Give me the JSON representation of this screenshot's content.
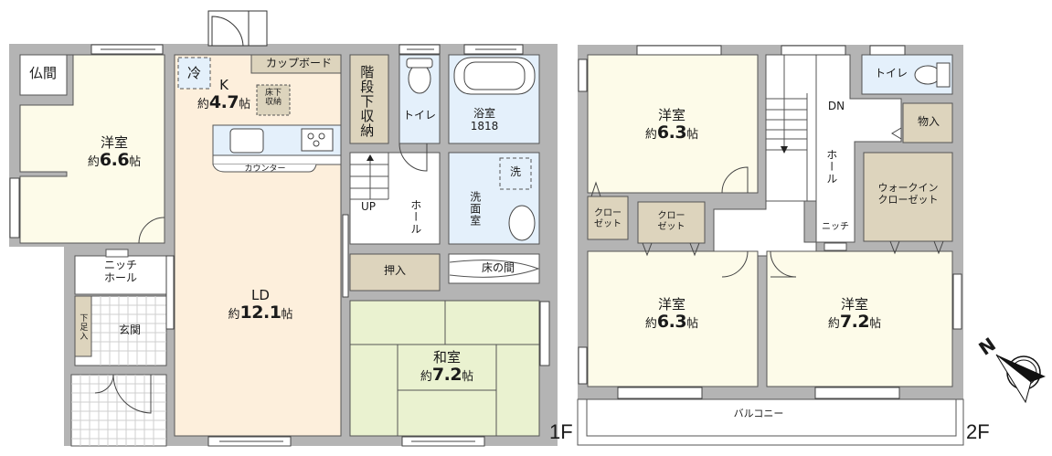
{
  "floors": [
    {
      "label": "1F",
      "rooms": [
        {
          "id": "butsuma",
          "name": "仏間"
        },
        {
          "id": "western-1f",
          "name": "洋室",
          "area_prefix": "約",
          "area_value": "6.6",
          "area_unit": "帖"
        },
        {
          "id": "kitchen",
          "name": "K",
          "area_prefix": "約",
          "area_value": "4.7",
          "area_unit": "帖"
        },
        {
          "id": "fridge",
          "name": "冷"
        },
        {
          "id": "cupboard",
          "name": "カップボード"
        },
        {
          "id": "underfloor-storage",
          "name": "床下\n収納"
        },
        {
          "id": "counter",
          "name": "カウンター"
        },
        {
          "id": "under-stair-storage",
          "name": "階段下収納"
        },
        {
          "id": "toilet-1f",
          "name": "トイレ"
        },
        {
          "id": "bathroom",
          "name": "浴室",
          "size": "1818"
        },
        {
          "id": "washer",
          "name": "洗"
        },
        {
          "id": "washroom",
          "name": "洗面室"
        },
        {
          "id": "stairs-up",
          "name": "UP"
        },
        {
          "id": "hall-1f",
          "name": "ホール"
        },
        {
          "id": "oshiire",
          "name": "押入"
        },
        {
          "id": "tokonoma",
          "name": "床の間"
        },
        {
          "id": "niche-hall",
          "name": "ニッチ\nホール"
        },
        {
          "id": "shoe-storage",
          "name": "下足入"
        },
        {
          "id": "entrance",
          "name": "玄関"
        },
        {
          "id": "ld",
          "name": "LD",
          "area_prefix": "約",
          "area_value": "12.1",
          "area_unit": "帖"
        },
        {
          "id": "washitsu",
          "name": "和室",
          "area_prefix": "約",
          "area_value": "7.2",
          "area_unit": "帖"
        }
      ]
    },
    {
      "label": "2F",
      "rooms": [
        {
          "id": "western-2f-nw",
          "name": "洋室",
          "area_prefix": "約",
          "area_value": "6.3",
          "area_unit": "帖"
        },
        {
          "id": "stairs-down",
          "name": "DN"
        },
        {
          "id": "hall-2f",
          "name": "ホール"
        },
        {
          "id": "toilet-2f",
          "name": "トイレ"
        },
        {
          "id": "storage-2f",
          "name": "物入"
        },
        {
          "id": "walk-in-closet",
          "name": "ウォークイン\nクローゼット"
        },
        {
          "id": "closet-a",
          "name": "クロー\nゼット"
        },
        {
          "id": "closet-b",
          "name": "クロー\nゼット"
        },
        {
          "id": "niche-2f",
          "name": "ニッチ"
        },
        {
          "id": "western-2f-sw",
          "name": "洋室",
          "area_prefix": "約",
          "area_value": "6.3",
          "area_unit": "帖"
        },
        {
          "id": "western-2f-se",
          "name": "洋室",
          "area_prefix": "約",
          "area_value": "7.2",
          "area_unit": "帖"
        },
        {
          "id": "balcony",
          "name": "バルコニー"
        }
      ]
    }
  ],
  "compass": {
    "label": "N"
  },
  "colors": {
    "wall": "#b4b4b4",
    "western": "#fdfbe9",
    "ldk": "#fdefdc",
    "wet": "#e4f0fb",
    "storage": "#ddd4bd",
    "tatami": "#eaf2d0",
    "hall": "#ffffff"
  }
}
